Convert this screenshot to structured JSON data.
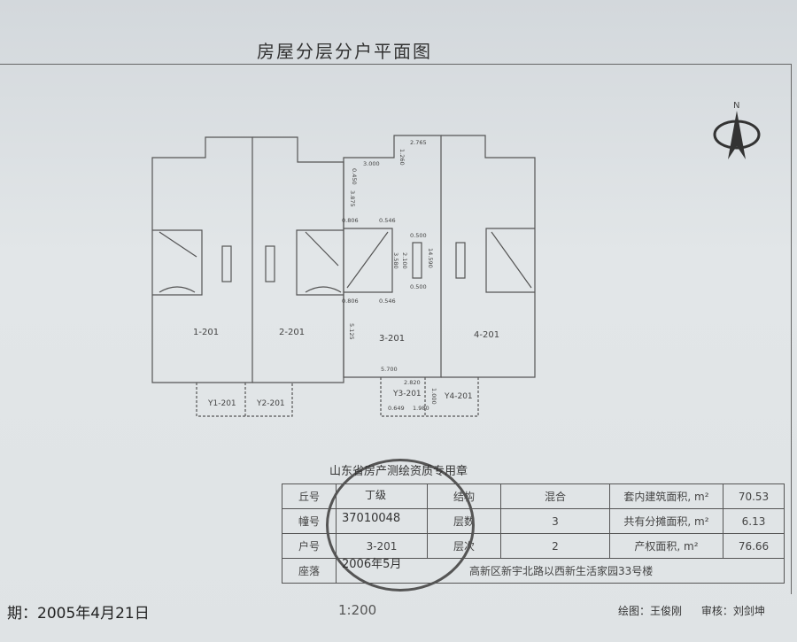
{
  "title": "房屋分层分户平面图",
  "north": "N",
  "plan": {
    "units": [
      "1-201",
      "2-201",
      "3-201",
      "4-201"
    ],
    "yards": [
      "Y1-201",
      "Y2-201",
      "Y3-201",
      "Y4-201"
    ],
    "dims": [
      "2.765",
      "1.260",
      "3.000",
      "0.450",
      "3.875",
      "0.806",
      "0.546",
      "0.500",
      "2.100",
      "3.580",
      "14.590",
      "0.806",
      "0.546",
      "0.500",
      "5.125",
      "5.700",
      "2.820",
      "1.980",
      "0.649",
      "1.000"
    ]
  },
  "table": {
    "rows": [
      [
        "丘号",
        "",
        "结构",
        "混合",
        "套内建筑面积, m²",
        "70.53"
      ],
      [
        "幢号",
        "",
        "层数",
        "3",
        "共有分摊面积, m²",
        "6.13"
      ],
      [
        "户号",
        "3-201",
        "层次",
        "2",
        "产权面积, m²",
        "76.66"
      ]
    ],
    "address_label": "座落",
    "address": "高新区新宇北路以西新生活家园33号楼"
  },
  "stamp": {
    "top": "山东省房产测绘资质专用章",
    "grade": "丁级",
    "code": "37010048",
    "date": "2006年5月"
  },
  "date_text": "期：2005年4月21日",
  "scale": "1:200",
  "drawn_by": "绘图：王俊刚",
  "reviewed_by": "审核：刘剑坤"
}
